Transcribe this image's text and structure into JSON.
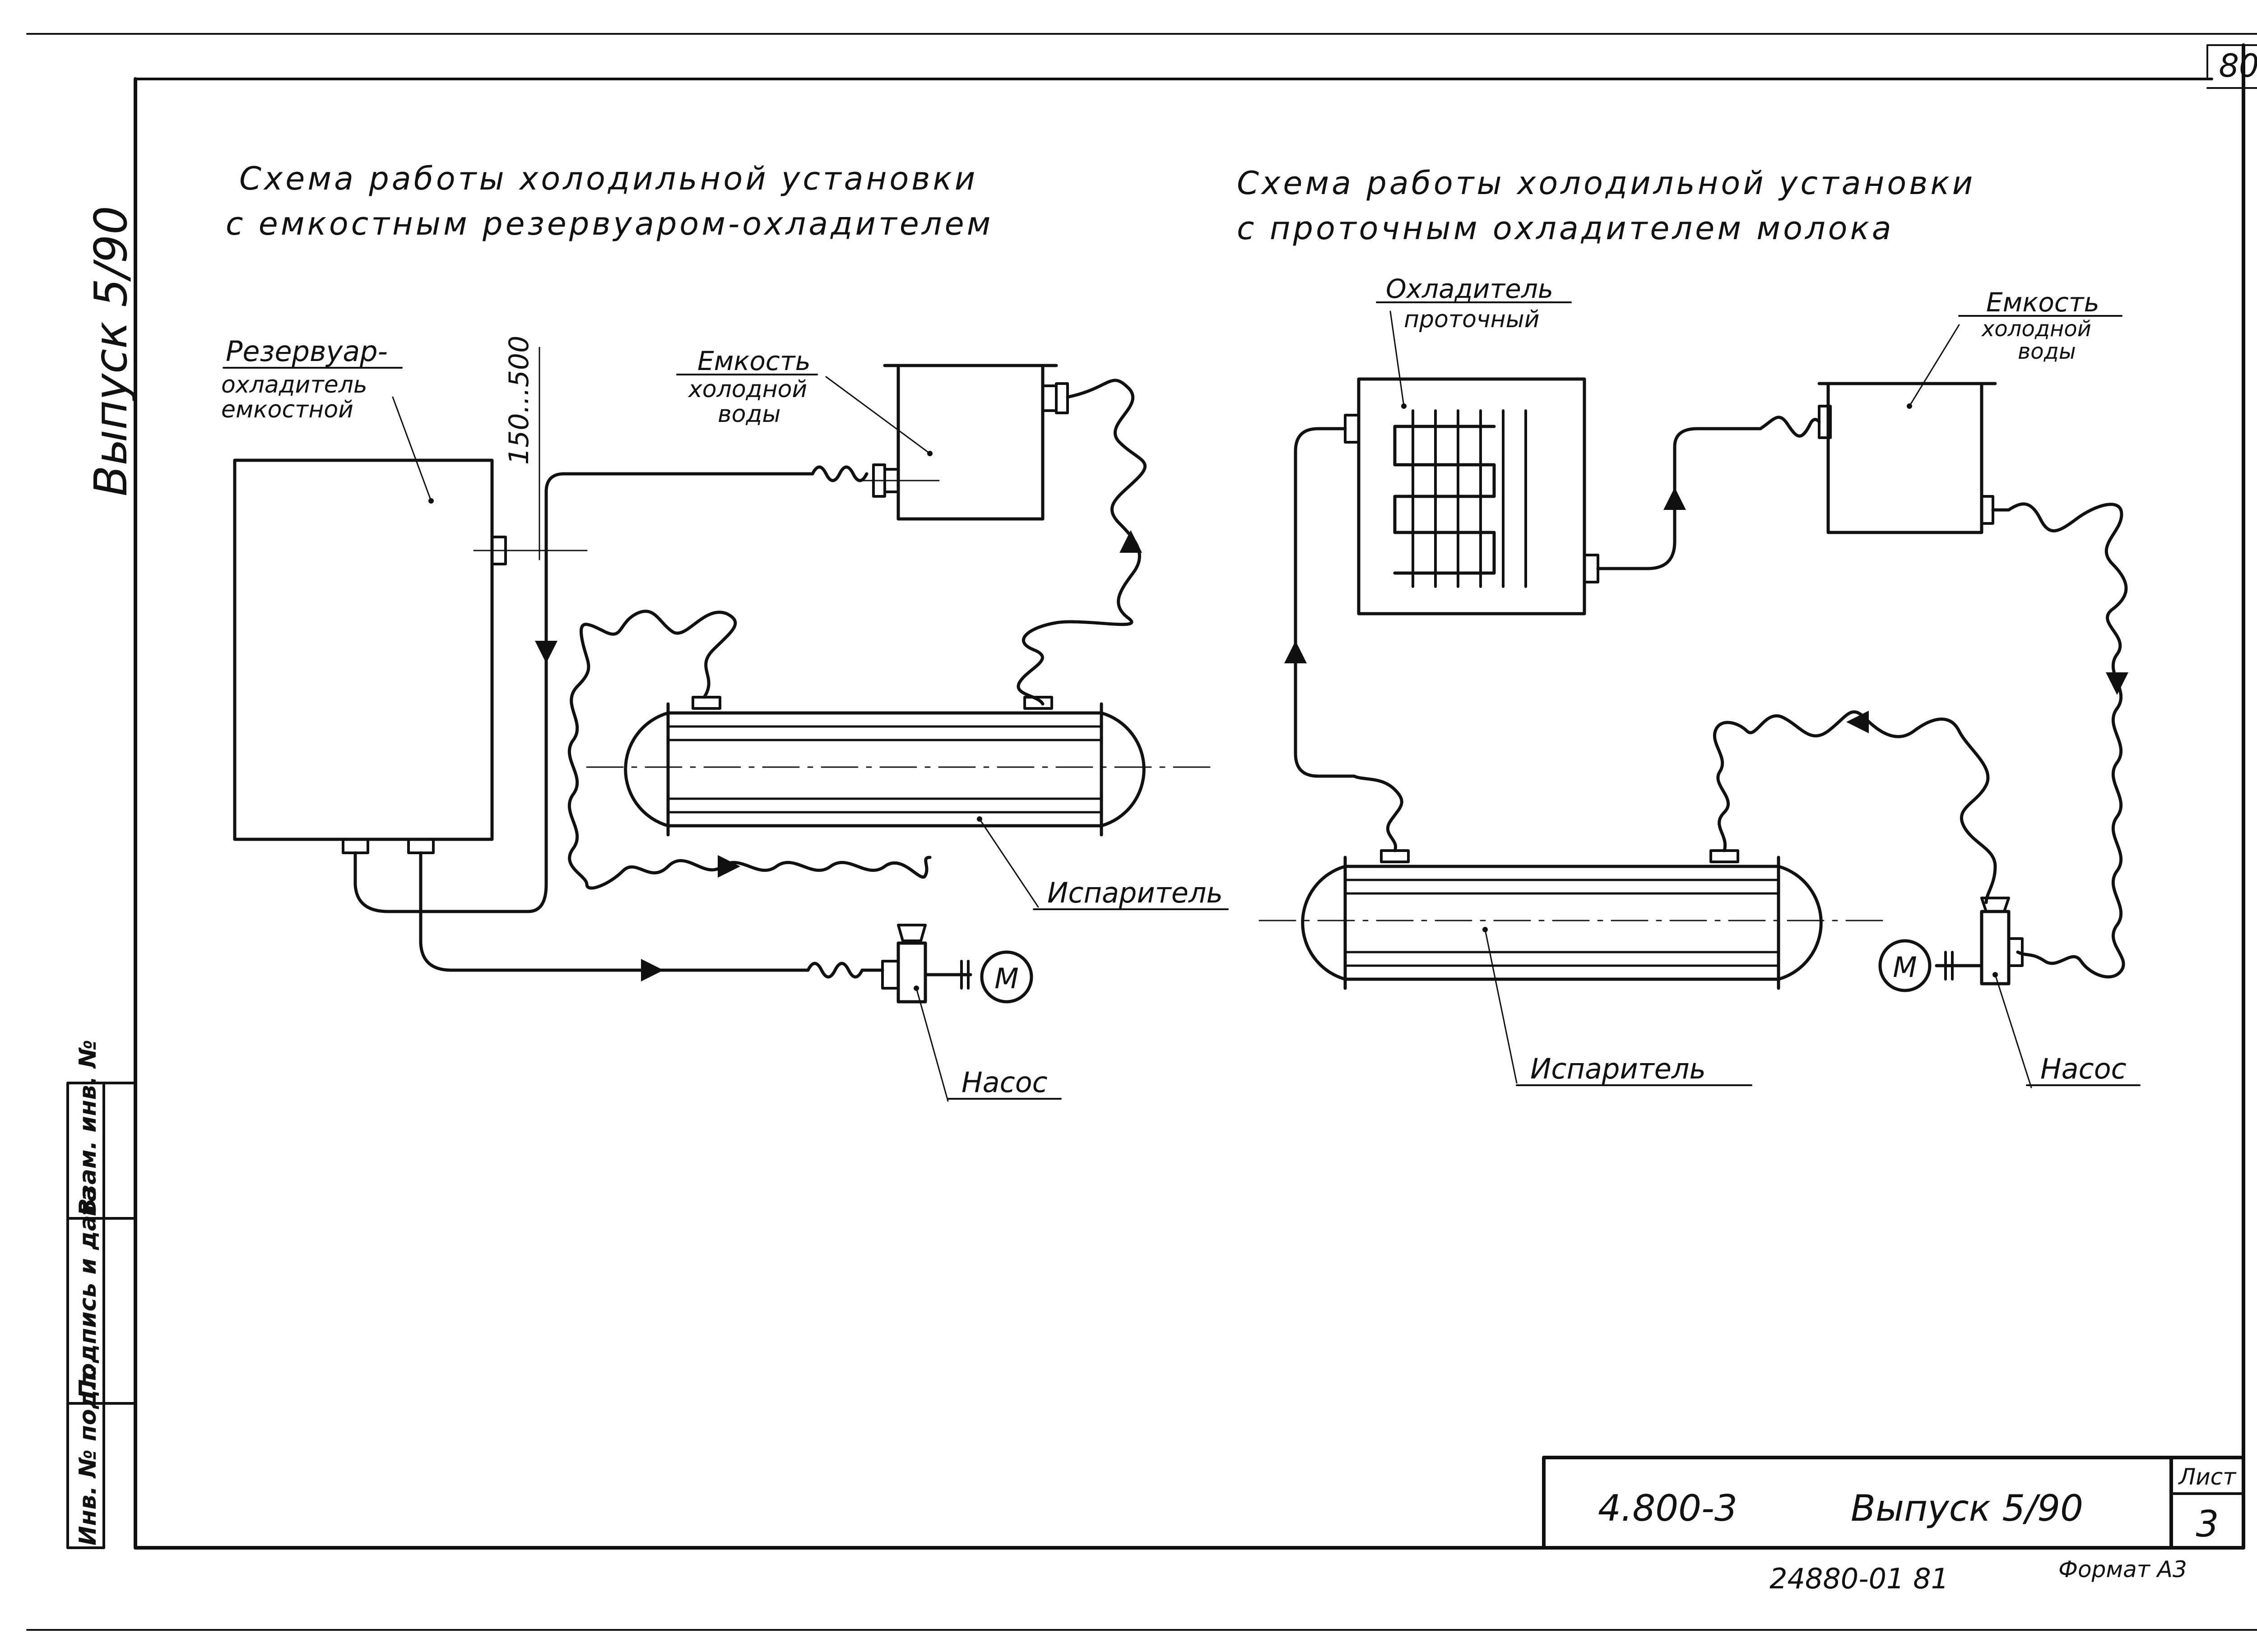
{
  "sheet": {
    "corner_number": "80",
    "side_label": "Выпуск 5/90",
    "stamp_columns": [
      "Инв. № подл.",
      "Подпись и дата",
      "Взам. инв. №"
    ]
  },
  "left_scheme": {
    "title_line1": "Схема работы холодильной установки",
    "title_line2": "с емкостным резервуаром-охладителем",
    "reservoir_label_line1": "Резервуар-",
    "reservoir_label_line2": "охладитель",
    "reservoir_label_line3": "емкостной",
    "dimension": "150...500",
    "tank_label_line1": "Емкость",
    "tank_label_line2": "холодной",
    "tank_label_line3": "воды",
    "evaporator_label": "Испаритель",
    "pump_label": "Насос",
    "motor_label": "М"
  },
  "right_scheme": {
    "title_line1": "Схема работы холодильной установки",
    "title_line2": "с проточным охладителем молока",
    "cooler_label_line1": "Охладитель",
    "cooler_label_line2": "проточный",
    "tank_label_line1": "Емкость",
    "tank_label_line2": "холодной",
    "tank_label_line3": "воды",
    "evaporator_label": "Испаритель",
    "pump_label": "Насос",
    "motor_label": "М"
  },
  "title_block": {
    "code": "4.800-3",
    "issue": "Выпуск 5/90",
    "sheet_caption": "Лист",
    "sheet_number": "3"
  },
  "footer": {
    "archive_number": "24880-01 81",
    "format": "Формат А3"
  }
}
